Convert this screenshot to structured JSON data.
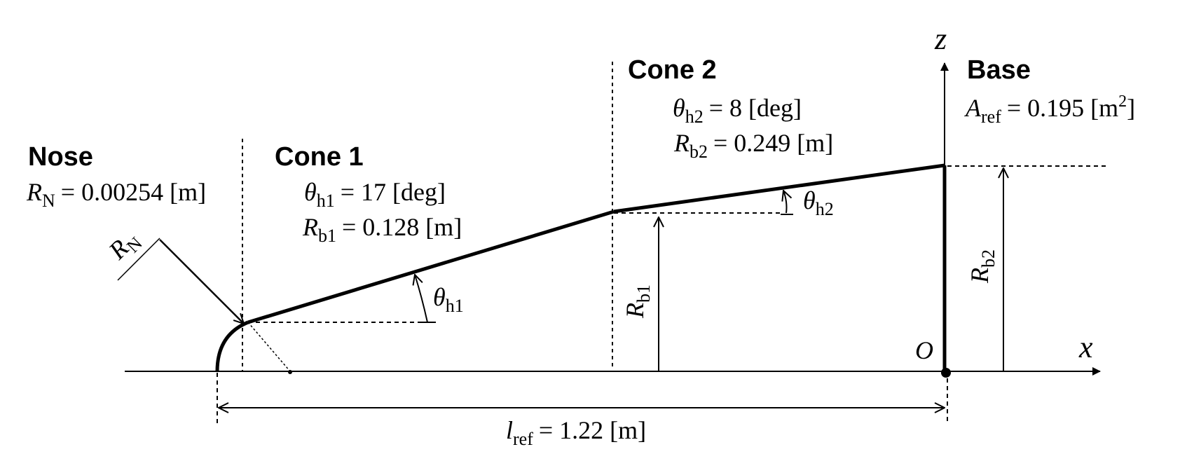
{
  "sections": {
    "nose": {
      "title": "Nose",
      "symbol": "R",
      "sub": "N",
      "value": "= 0.00254 [m]"
    },
    "cone1": {
      "title": "Cone 1",
      "angle_symbol": "θ",
      "angle_sub": "h1",
      "angle_value": "= 17 [deg]",
      "radius_symbol": "R",
      "radius_sub": "b1",
      "radius_value": "= 0.128 [m]"
    },
    "cone2": {
      "title": "Cone 2",
      "angle_symbol": "θ",
      "angle_sub": "h2",
      "angle_value": "= 8 [deg]",
      "radius_symbol": "R",
      "radius_sub": "b2",
      "radius_value": "= 0.249 [m]"
    },
    "base": {
      "title": "Base",
      "symbol": "A",
      "sub": "ref",
      "value": "= 0.195 [m",
      "sup": "2",
      "value_end": "]"
    }
  },
  "labels": {
    "axis_x": "x",
    "axis_z": "z",
    "origin": "O",
    "rn_symbol": "R",
    "rn_sub": "N",
    "theta_h1_symbol": "θ",
    "theta_h1_sub": "h1",
    "theta_h2_symbol": "θ",
    "theta_h2_sub": "h2",
    "rb1_symbol": "R",
    "rb1_sub": "b1",
    "rb2_symbol": "R",
    "rb2_sub": "b2",
    "lref_symbol": "l",
    "lref_sub": "ref",
    "lref_value": "= 1.22 [m]"
  },
  "colors": {
    "ink": "#000000",
    "background": "#ffffff"
  }
}
